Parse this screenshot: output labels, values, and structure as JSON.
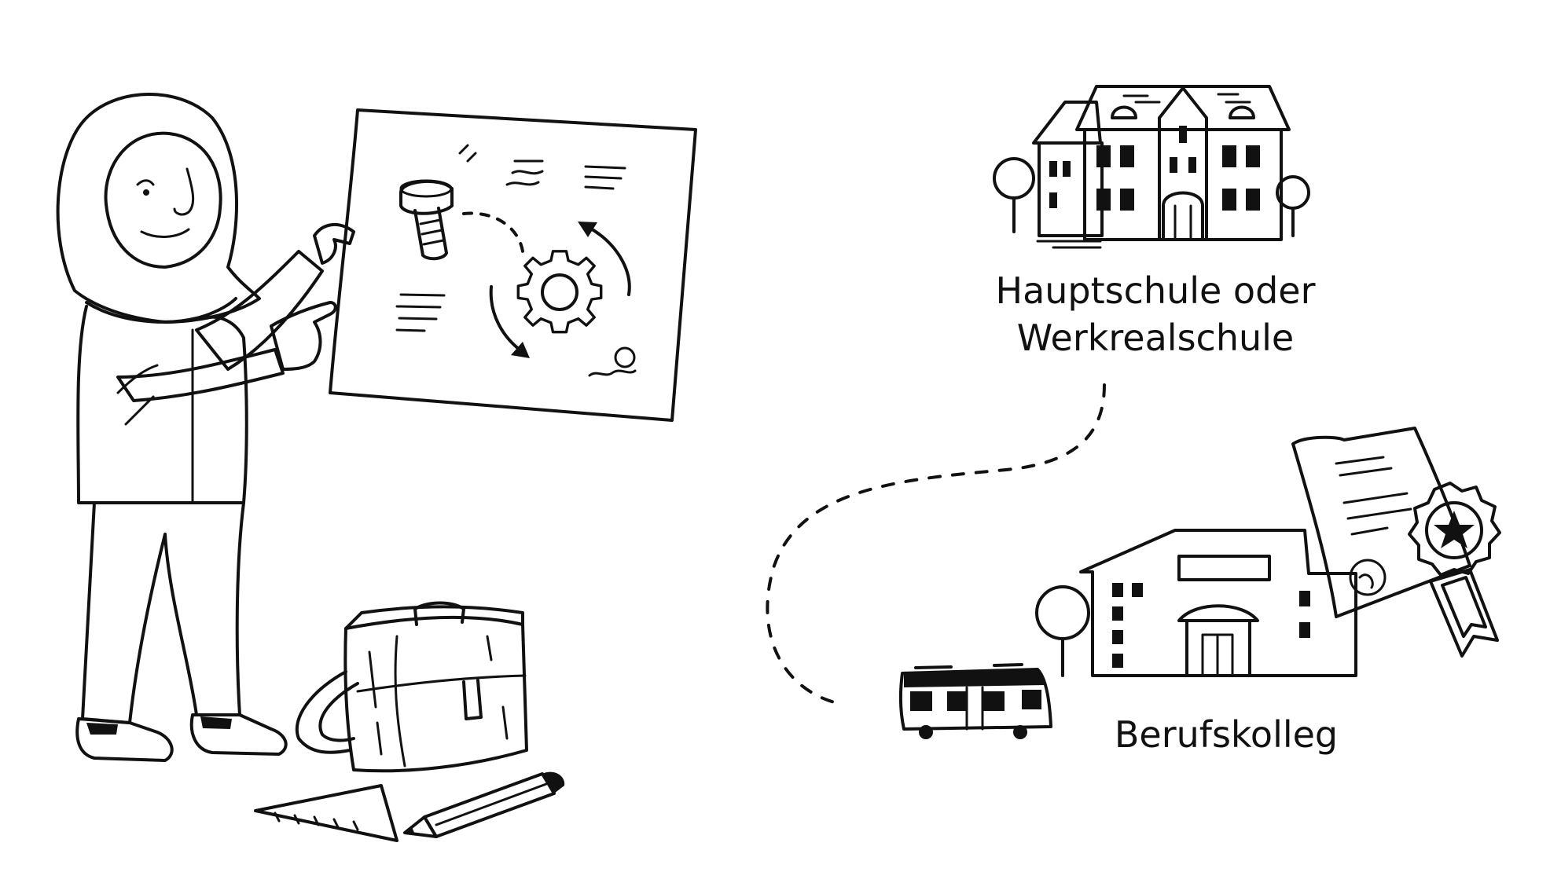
{
  "labels": {
    "school": [
      "Hauptschule oder",
      "Werkrealschule"
    ],
    "college": "Berufskolleg"
  },
  "colors": {
    "accent_blue": "#4aa3f0",
    "ribbon_orange": "#f3b985",
    "ink": "#111111"
  },
  "icons": {
    "person": "woman-in-hijab-holding-poster",
    "poster": "blueprint-poster-with-gear-and-bolt",
    "bag": "blue-school-bag",
    "tools": "set-square-and-pencil",
    "school_building": "school-building-blue-roof",
    "college_building": "vocational-college-building",
    "bus": "bus",
    "certificate": "certificate-with-rosette",
    "path": "dashed-path"
  }
}
